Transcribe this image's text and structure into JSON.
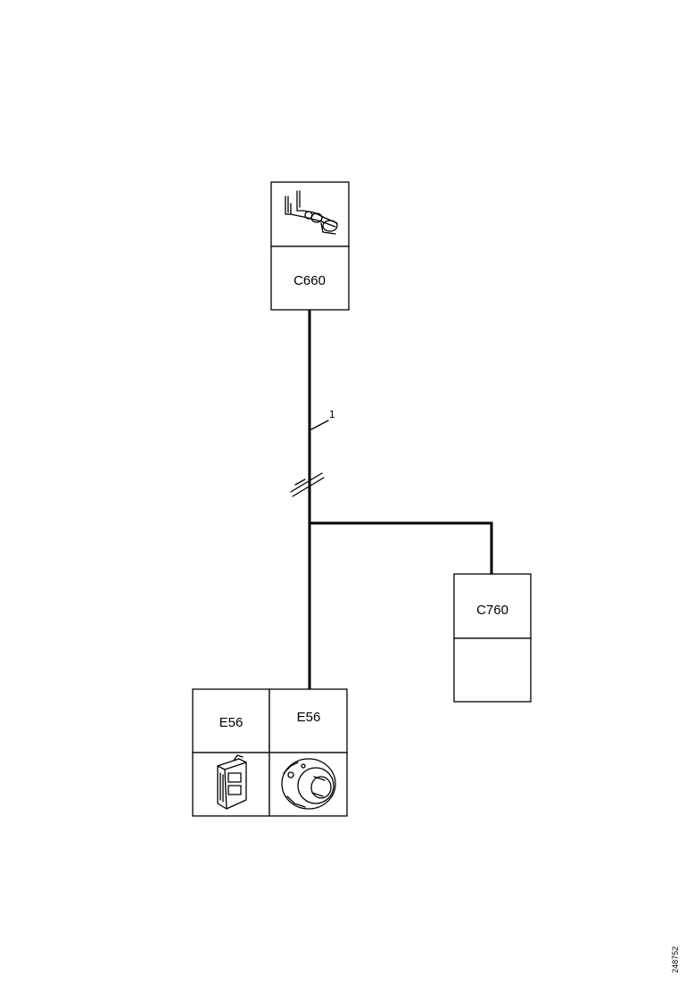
{
  "connectors": {
    "top": {
      "label": "C660",
      "icon": "pin-terminal-icon"
    },
    "right": {
      "label": "C760"
    },
    "bottom_left": {
      "label": "E56",
      "icon": "connector-housing-icon"
    },
    "bottom_right": {
      "label": "E56",
      "icon": "lamp-socket-icon"
    }
  },
  "wire": {
    "callout": "1"
  },
  "figure_code": "248752",
  "colors": {
    "line": "#000000",
    "background": "#ffffff"
  }
}
